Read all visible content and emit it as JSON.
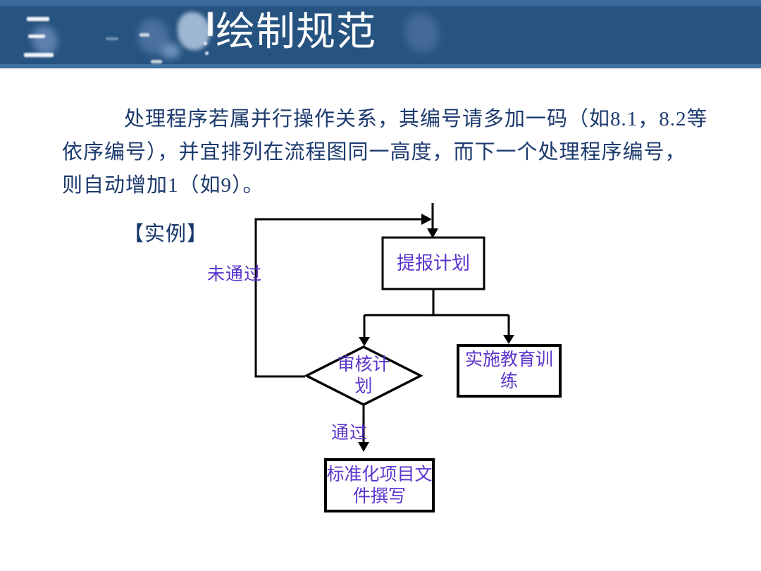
{
  "slide": {
    "header": {
      "title": "绘制规范"
    },
    "paragraph": {
      "lines": [
        "处理程序若属并行操作关系，其编号请多加一码（如8.1，8.2等",
        "依序编号），并宜排列在流程图同一高度，而下一个处理程序编号，",
        "则自动增加1（如9）。"
      ]
    },
    "example_label": "【实例】",
    "flowchart": {
      "nodes": [
        {
          "name": "plan-submission",
          "shape": "rect",
          "lines": [
            "提报计划"
          ]
        },
        {
          "name": "plan-review",
          "shape": "diamond",
          "lines": [
            "审核计",
            "划"
          ]
        },
        {
          "name": "education-training",
          "shape": "rect",
          "lines": [
            "实施教育训",
            "练"
          ]
        },
        {
          "name": "standardization-doc-writing",
          "shape": "rect",
          "lines": [
            "标准化项目文",
            "件撰写"
          ]
        }
      ],
      "edge_labels": {
        "not_passed": "未通过",
        "passed": "通过"
      }
    },
    "colors": {
      "header_bg": "#265380",
      "header_edge": "#3a6a9d",
      "header_text": "#ffffff",
      "body_text": "#1c3a6e",
      "node_text": "#5a35cc",
      "line_color": "#000000",
      "background": "#ffffff"
    }
  }
}
